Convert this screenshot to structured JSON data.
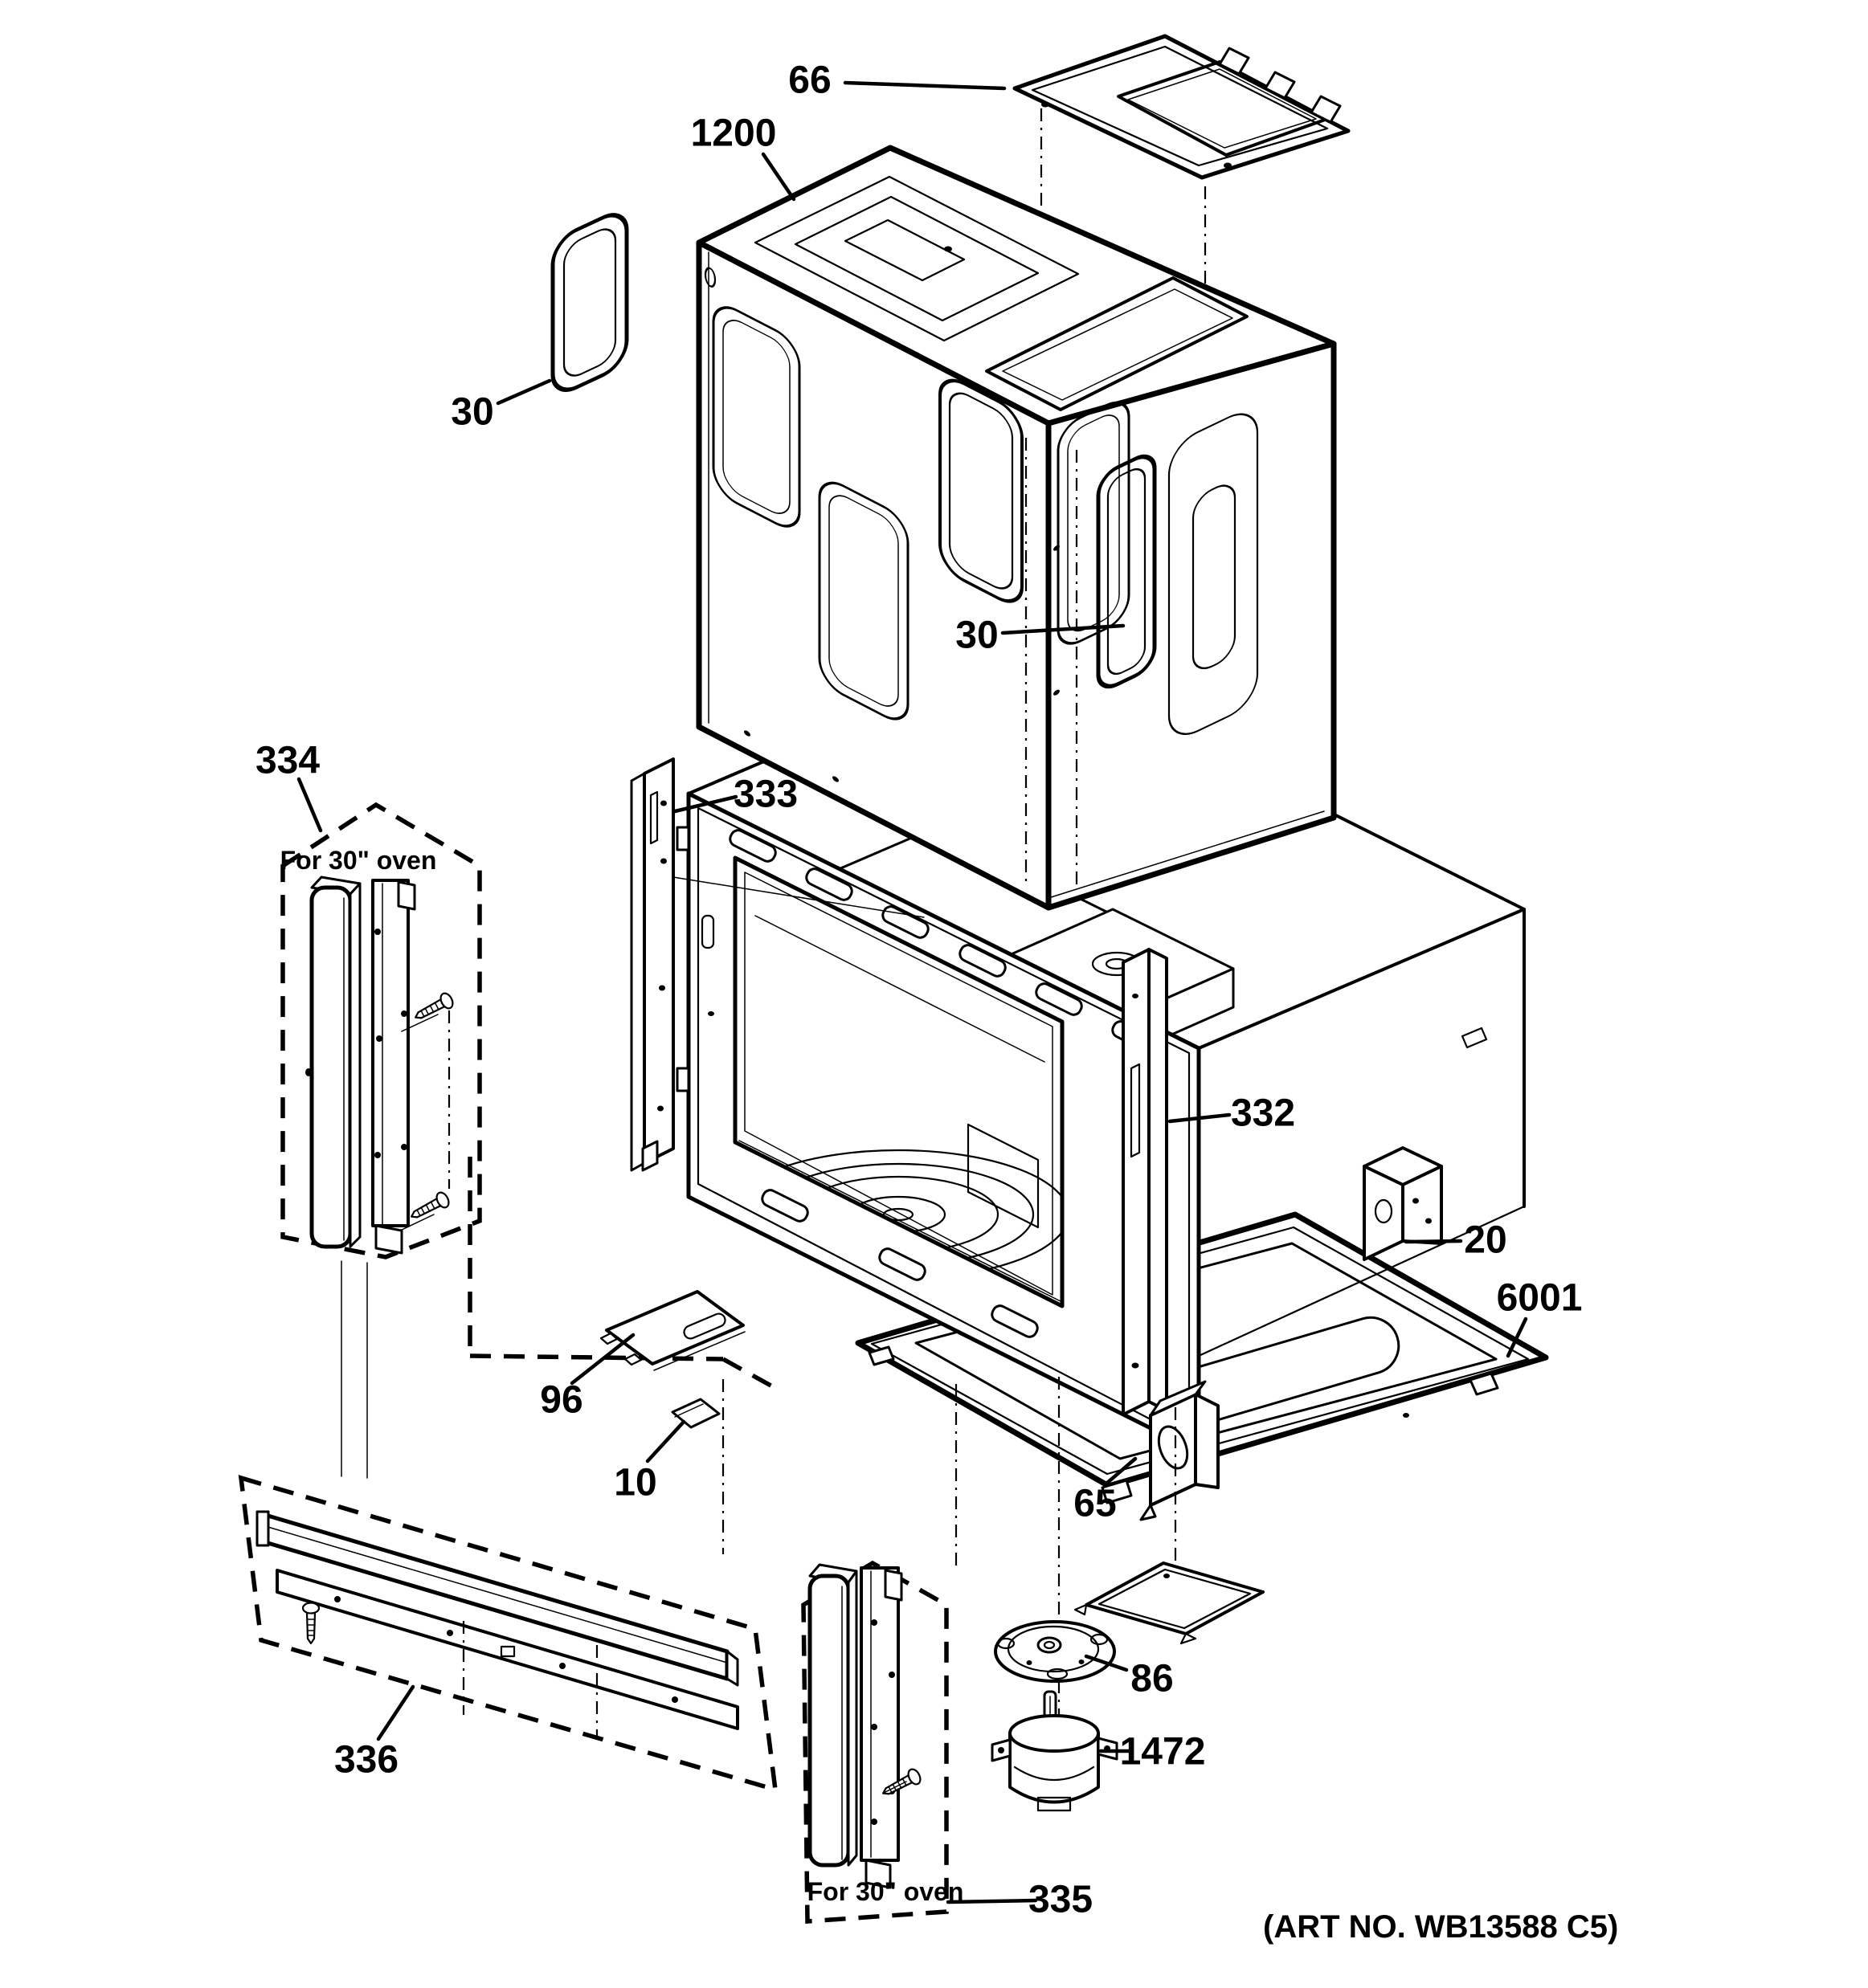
{
  "diagram": {
    "labels": {
      "c66": "66",
      "c1200": "1200",
      "c30a": "30",
      "c30b": "30",
      "c334": "334",
      "c333": "333",
      "c332": "332",
      "c20": "20",
      "c6001": "6001",
      "c96": "96",
      "c10": "10",
      "c65": "65",
      "c86": "86",
      "c1472": "1472",
      "c336": "336",
      "c335": "335"
    },
    "notes": {
      "for30_top": "For 30\" oven",
      "for30_bottom": "For 30\" oven",
      "art_number": "(ART NO. WB13588 C5)"
    },
    "colors": {
      "line": "#000000",
      "background": "#ffffff"
    }
  }
}
